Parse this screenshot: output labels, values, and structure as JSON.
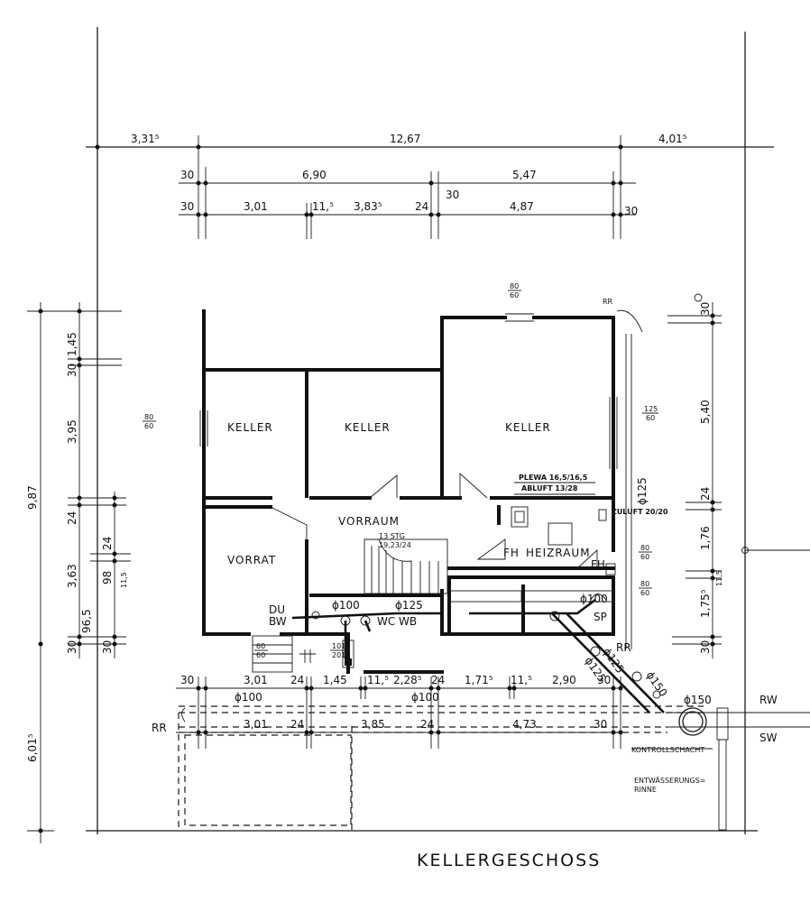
{
  "title": "KELLERGESCHOSS",
  "rooms": {
    "keller_1": "KELLER",
    "keller_2": "KELLER",
    "keller_3": "KELLER",
    "vorraum": "VORRAUM",
    "vorrat": "VORRAT",
    "heizraum": "HEIZRAUM",
    "fh_1": "FH",
    "fh_2": "FH",
    "du": "DU",
    "bw": "BW",
    "wc_wb": "WC WB",
    "sp": "SP"
  },
  "notes": {
    "plewa": "PLEWA 16,5/16,5",
    "abluft": "ABLUFT 13/28",
    "zuluft": "ZULUFT 20/20",
    "stairs_count": "13 STG",
    "stairs_dim": "19,23/24",
    "rr_1": "RR",
    "rr_2": "RR",
    "rr_3": "RR",
    "rw": "RW",
    "sw": "SW",
    "kontrollschacht": "KONTROLLSCHACHT",
    "entwaesserung_1": "ENTWÄSSERUNGS=",
    "entwaesserung_2": "RINNE"
  },
  "windows": {
    "w1_top": "80",
    "w1_bot": "60",
    "w2_top": "80",
    "w2_bot": "60",
    "w3_top": "125",
    "w3_bot": "60",
    "w4_top": "80",
    "w4_bot": "60",
    "w5_top": "80",
    "w5_bot": "60",
    "w6_top": "60",
    "w6_bot": "60",
    "w7_top": "101",
    "w7_bot": "201"
  },
  "pipes": {
    "p1": "ϕ100",
    "p2": "ϕ125",
    "p3": "ϕ100",
    "p4": "ϕ125",
    "p5": "ϕ125",
    "p6": "ϕ125",
    "p7": "ϕ150",
    "p8": "ϕ150",
    "p9": "ϕ100",
    "p10": "ϕ100"
  },
  "dims_top": {
    "r1_a": "3,31⁵",
    "r1_b": "12,67",
    "r1_c": "4,01⁵",
    "r2_a": "30",
    "r2_b": "6,90",
    "r2_c": "5,47",
    "r3_a": "30",
    "r3_b": "3,01",
    "r3_c": "11,⁵",
    "r3_d": "3,83⁵",
    "r3_e": "24",
    "r3_f": "30",
    "r3_g": "4,87",
    "r3_h": "30"
  },
  "dims_bottom": {
    "b1_a": "30",
    "b1_b": "3,01",
    "b1_c": "24",
    "b1_d": "1,45",
    "b1_e": "11,⁵",
    "b1_f": "2,28⁵",
    "b1_g": "24",
    "b1_h": "1,71⁵",
    "b1_i": "11,⁵",
    "b1_j": "2,90",
    "b1_k": "30",
    "b2_a": "3,01",
    "b2_b": "24",
    "b2_c": "3,85",
    "b2_d": "24",
    "b2_e": "4,73",
    "b2_f": "30"
  },
  "dims_left": {
    "l_total": "9,87",
    "l_bottom": "6,01⁵",
    "l_a": "1,45",
    "l_b": "30",
    "l_c": "3,95",
    "l_d": "24",
    "l_e": "3,63",
    "l_f": "96,5",
    "l_g": "30",
    "l_h": "24",
    "l_i": "98",
    "l_j": "11,5",
    "l_k": "30"
  },
  "dims_right": {
    "r_a": "30",
    "r_b": "5,40",
    "r_c": "24",
    "r_d": "1,76",
    "r_e": "1,75⁵",
    "r_f": "11,5",
    "r_g": "30"
  }
}
